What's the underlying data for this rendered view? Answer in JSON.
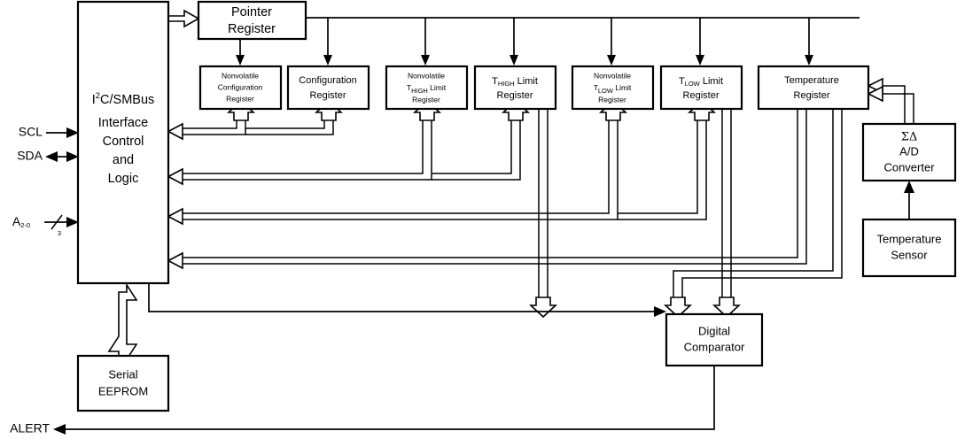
{
  "diagram": {
    "title": "Temperature sensor with I2C/SMBus interface block diagram",
    "stroke_color": "#000000",
    "background_color": "#ffffff"
  },
  "pins": {
    "scl": "SCL",
    "sda": "SDA",
    "addr_base": "A",
    "addr_sub": "2-0",
    "addr_width": "3",
    "alert": "ALERT"
  },
  "blocks": {
    "interface": {
      "line1_pre": "I",
      "line1_sup": "2",
      "line1_post": "C/SMBus",
      "line2": "Interface",
      "line3": "Control",
      "line4": "and",
      "line5": "Logic"
    },
    "pointer_register": {
      "line1": "Pointer",
      "line2": "Register"
    },
    "nv_config_register": {
      "line1": "Nonvolatile",
      "line2": "Configuration",
      "line3": "Register"
    },
    "config_register": {
      "line1": "Configuration",
      "line2": "Register"
    },
    "nv_thigh_register": {
      "line1": "Nonvolatile",
      "line2_pre": "T",
      "line2_sub": "HIGH",
      "line2_post": " Limit",
      "line3": "Register"
    },
    "thigh_register": {
      "line1_pre": "T",
      "line1_sub": "HIGH",
      "line1_post": " Limit",
      "line2": "Register"
    },
    "nv_tlow_register": {
      "line1": "Nonvolatile",
      "line2_pre": "T",
      "line2_sub": "LOW",
      "line2_post": " Limit",
      "line3": "Register"
    },
    "tlow_register": {
      "line1_pre": "T",
      "line1_sub": "LOW",
      "line1_post": " Limit",
      "line2": "Register"
    },
    "temperature_register": {
      "line1": "Temperature",
      "line2": "Register"
    },
    "adc": {
      "line1": "ΣΔ",
      "line2": "A/D",
      "line3": "Converter"
    },
    "temperature_sensor": {
      "line1": "Temperature",
      "line2": "Sensor"
    },
    "serial_eeprom": {
      "line1": "Serial",
      "line2": "EEPROM"
    },
    "digital_comparator": {
      "line1": "Digital",
      "line2": "Comparator"
    }
  }
}
